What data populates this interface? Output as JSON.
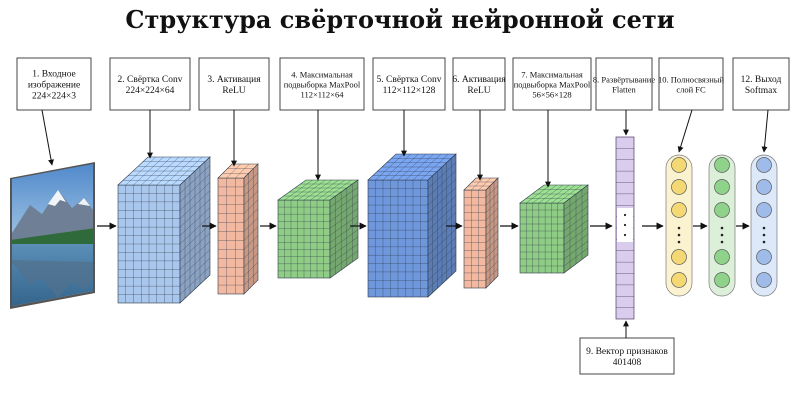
{
  "title": "Структура свёрточной нейронной сети",
  "labels": {
    "input": [
      "1. Входное",
      "изображение",
      "224×224×3"
    ],
    "conv1": [
      "2. Свёртка Conv",
      "224×224×64"
    ],
    "act1": [
      "3. Активация",
      "ReLU"
    ],
    "pool1": [
      "4. Максимальная",
      "подвыборка MaxPool",
      "112×112×64"
    ],
    "conv2": [
      "5. Свёртка Conv",
      "112×112×128"
    ],
    "act2": [
      "6. Активация",
      "ReLU"
    ],
    "pool2": [
      "7. Максимальная",
      "подвыборка MaxPool",
      "56×56×128"
    ],
    "flatten": [
      "8. Развёртывание",
      "Flatten"
    ],
    "vector": [
      "9. Вектор признаков",
      "401408"
    ],
    "fc": [
      "10. Полносвязный",
      "слой FC"
    ],
    "output": [
      "12. Выход",
      "Softmax"
    ]
  },
  "colors": {
    "conv": "#a9c6ec",
    "relu": "#f3b9a0",
    "pool": "#8fcd86",
    "conv_dark": "#6f97dc",
    "flatten": "#d9ccec",
    "fc_node": "#f4d873",
    "fc_layer": "#fbf3cf",
    "fc2_node": "#8fd28a",
    "fc2_layer": "#dcefd9",
    "out_node": "#9fbbea",
    "out_layer": "#dde8f8"
  },
  "icons": {
    "input_image": "mountain-lake-photo-icon"
  }
}
